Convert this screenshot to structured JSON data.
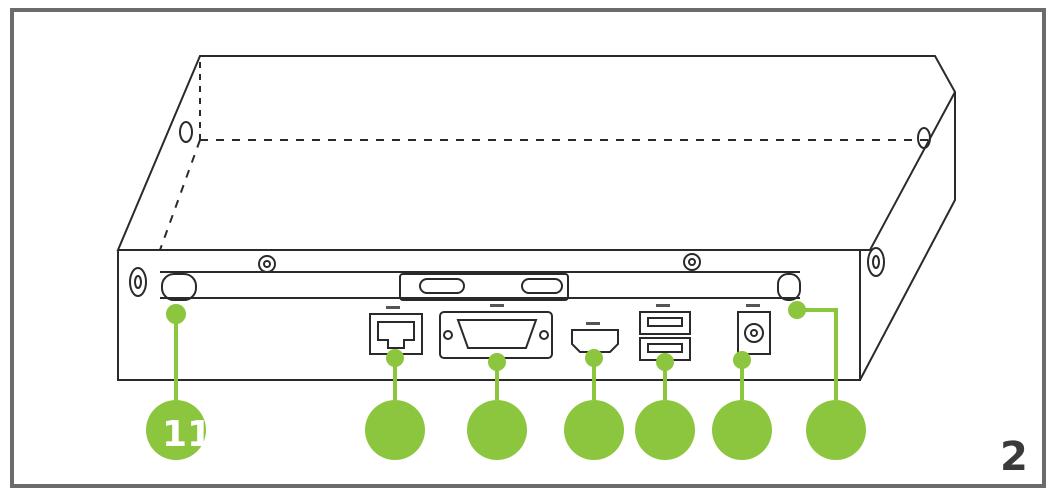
{
  "frame": {
    "border_color": "#6b6b6b"
  },
  "device": {
    "line_color": "#2a2a2a"
  },
  "callouts": {
    "color": "#8cc63f",
    "first_label": "11",
    "items": [
      {
        "id": "callout-left-screw"
      },
      {
        "id": "callout-lan-port"
      },
      {
        "id": "callout-vga-port"
      },
      {
        "id": "callout-hdmi-port"
      },
      {
        "id": "callout-usb-ports"
      },
      {
        "id": "callout-power-port"
      },
      {
        "id": "callout-right-screw"
      }
    ]
  },
  "page_number": "2"
}
